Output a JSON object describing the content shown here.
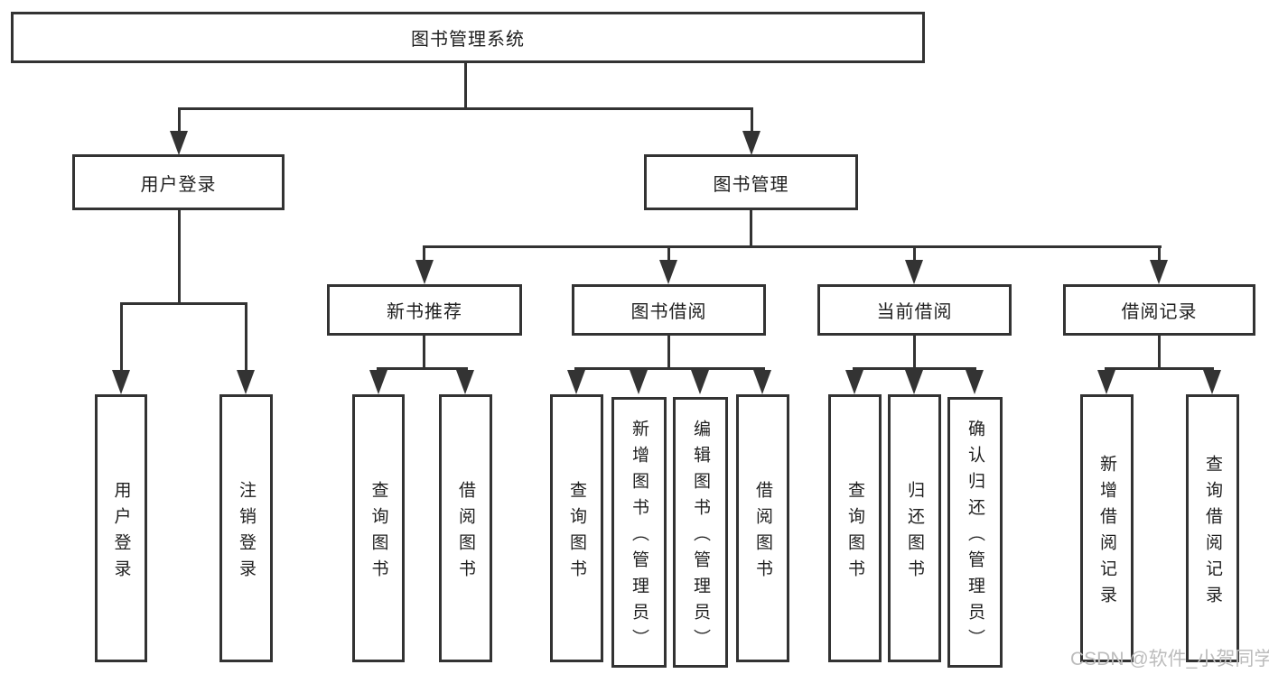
{
  "tree": {
    "root": {
      "label": "图书管理系统",
      "children": [
        {
          "label": "用户登录",
          "children": [
            {
              "label": "用户登录"
            },
            {
              "label": "注销登录"
            }
          ]
        },
        {
          "label": "图书管理",
          "children": [
            {
              "label": "新书推荐",
              "children": [
                {
                  "label": "查询图书"
                },
                {
                  "label": "借阅图书"
                }
              ]
            },
            {
              "label": "图书借阅",
              "children": [
                {
                  "label": "查询图书"
                },
                {
                  "label": "新增图书（管理员）"
                },
                {
                  "label": "编辑图书（管理员）"
                },
                {
                  "label": "借阅图书"
                }
              ]
            },
            {
              "label": "当前借阅",
              "children": [
                {
                  "label": "查询图书"
                },
                {
                  "label": "归还图书"
                },
                {
                  "label": "确认归还（管理员）"
                }
              ]
            },
            {
              "label": "借阅记录",
              "children": [
                {
                  "label": "新增借阅记录"
                },
                {
                  "label": "查询借阅记录"
                }
              ]
            }
          ]
        }
      ]
    }
  },
  "watermark": {
    "text": "CSDN @软件_小贺同学"
  },
  "colors": {
    "line": "#333333",
    "text": "#1f1f1f",
    "background": "#ffffff",
    "watermark": "#bcbcbc"
  }
}
